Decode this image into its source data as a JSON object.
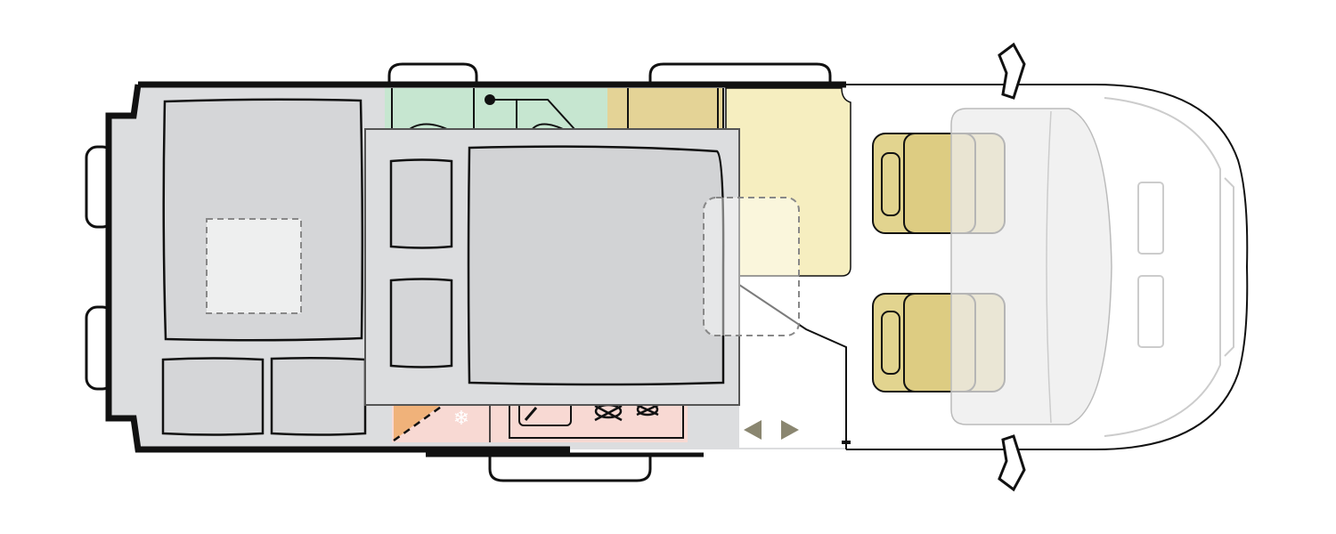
{
  "diagram": {
    "type": "camper-van-floor-plan",
    "colors": {
      "interior": "#dcdddf",
      "bed": "#d5d6d8",
      "bathroom": "#c6e6d0",
      "wardrobe": "#e4d396",
      "lounge": "#f6eec0",
      "kitchen": "#f8d9d3",
      "fridge_accent": "#f0b27a",
      "seat": "#e2d48f",
      "arrows": "#8a8670",
      "outline": "#111111"
    },
    "icons": [
      "rear-bed",
      "pull-down-bed",
      "pillow",
      "bathroom",
      "wardrobe",
      "kitchen-sink",
      "gas-hob",
      "fridge-snowflake",
      "cab-seat",
      "mirror",
      "window",
      "slide-arrows"
    ]
  }
}
